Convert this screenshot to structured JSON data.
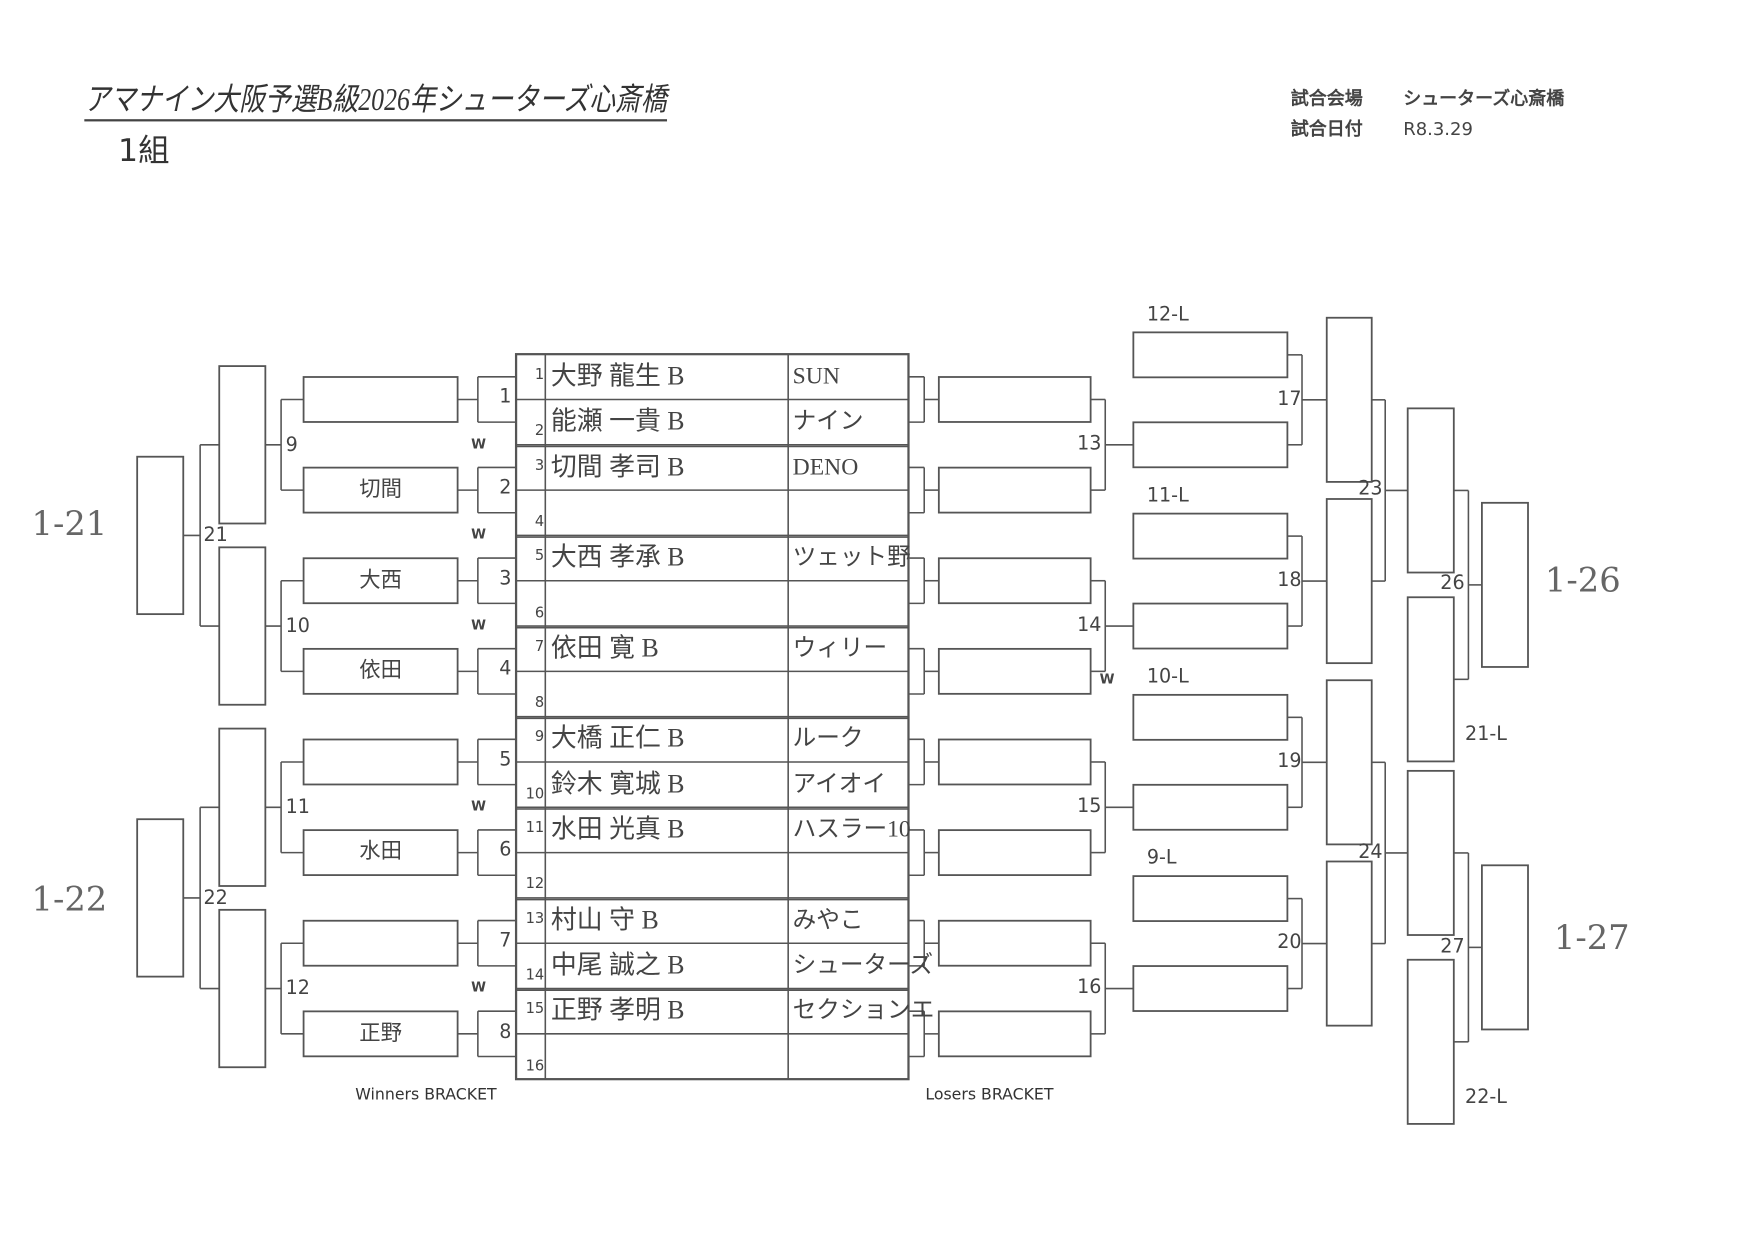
{
  "header": {
    "title": "アマナイン大阪予選B級2026年シューターズ心斎橋",
    "group": "1組",
    "venue_label": "試合会場",
    "venue": "シューターズ心斎橋",
    "date_label": "試合日付",
    "date": "R8.3.29"
  },
  "players": [
    {
      "no": "1",
      "name": "大野 龍生 B",
      "team": "SUN"
    },
    {
      "no": "2",
      "name": "能瀬 一貴 B",
      "team": "ナイン"
    },
    {
      "no": "3",
      "name": "切間 孝司 B",
      "team": "DENO"
    },
    {
      "no": "4",
      "name": "",
      "team": ""
    },
    {
      "no": "5",
      "name": "大西 孝承 B",
      "team": "ツェット野"
    },
    {
      "no": "6",
      "name": "",
      "team": ""
    },
    {
      "no": "7",
      "name": "依田 寛 B",
      "team": "ウィリー"
    },
    {
      "no": "8",
      "name": "",
      "team": ""
    },
    {
      "no": "9",
      "name": "大橋 正仁 B",
      "team": "ルーク"
    },
    {
      "no": "10",
      "name": "鈴木 寛城 B",
      "team": "アイオイ"
    },
    {
      "no": "11",
      "name": "水田 光真 B",
      "team": "ハスラー10"
    },
    {
      "no": "12",
      "name": "",
      "team": ""
    },
    {
      "no": "13",
      "name": "村山 守 B",
      "team": "みやこ"
    },
    {
      "no": "14",
      "name": "中尾 誠之 B",
      "team": "シューターズ"
    },
    {
      "no": "15",
      "name": "正野 孝明 B",
      "team": "セクションエ"
    },
    {
      "no": "16",
      "name": "",
      "team": ""
    }
  ],
  "winners": {
    "label": "Winners BRACKET",
    "r1_matches": [
      "1",
      "2",
      "3",
      "4",
      "5",
      "6",
      "7",
      "8"
    ],
    "r1_winners": [
      "",
      "切間",
      "大西",
      "依田",
      "",
      "水田",
      "",
      "正野"
    ],
    "r2_matches": [
      "9",
      "10",
      "11",
      "12"
    ],
    "r3_matches": [
      "21",
      "22"
    ],
    "w_mark": "W",
    "handwritten": [
      "1-21",
      "1-22"
    ]
  },
  "losers": {
    "label": "Losers BRACKET",
    "r2_matches": [
      "13",
      "14",
      "15",
      "16"
    ],
    "drop_labels": [
      "12-L",
      "11-L",
      "10-L",
      "9-L"
    ],
    "r3_matches": [
      "17",
      "18",
      "19",
      "20"
    ],
    "r4_matches": [
      "23",
      "24"
    ],
    "r4_drops": [
      "21-L",
      "22-L"
    ],
    "r5_matches": [
      "26",
      "27"
    ],
    "w_mark": "W",
    "handwritten": [
      "1-26",
      "1-27"
    ]
  }
}
